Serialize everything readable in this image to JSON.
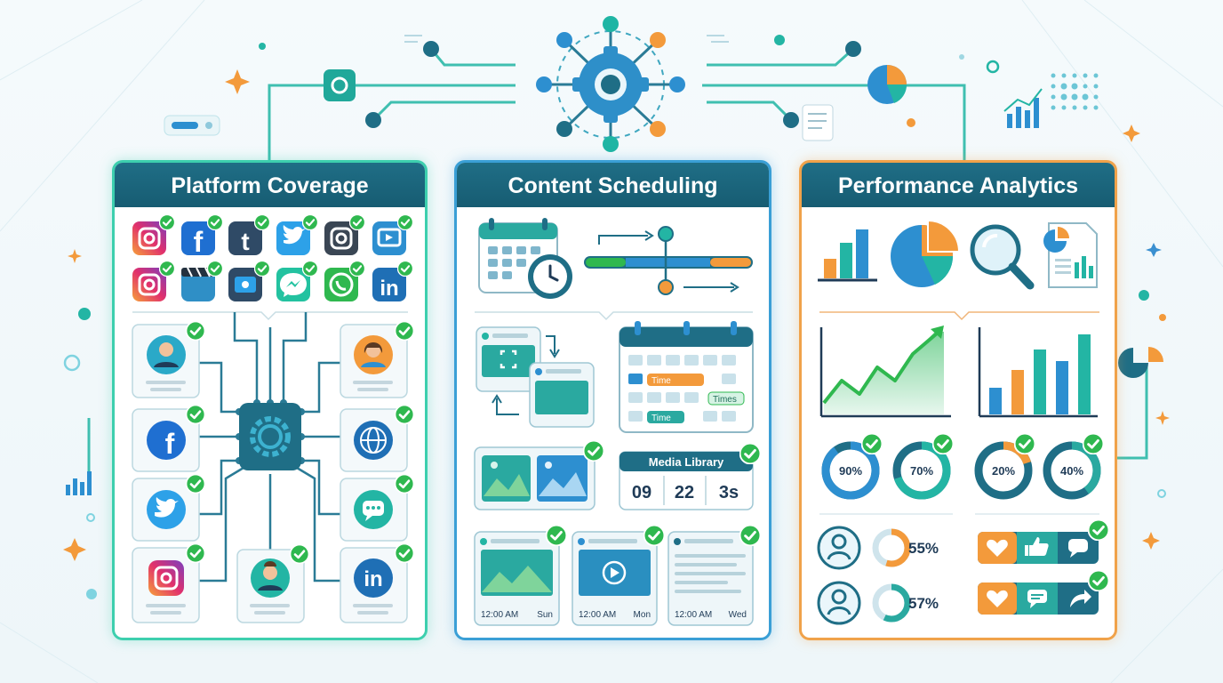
{
  "panels": [
    {
      "title": "Platform Coverage"
    },
    {
      "title": "Content Scheduling"
    },
    {
      "title": "Performance Analytics"
    }
  ],
  "scheduling": {
    "chip_time": "Time",
    "chip_times": "Times",
    "media_library_label": "Media Library",
    "counter": [
      "09",
      "22",
      "3s"
    ],
    "posts": [
      {
        "time": "12:00 AM",
        "day": "Sun"
      },
      {
        "time": "12:00 AM",
        "day": "Mon"
      },
      {
        "time": "12:00 AM",
        "day": "Wed"
      }
    ]
  },
  "analytics": {
    "rings": [
      {
        "label": "90%",
        "value": 0.9
      },
      {
        "label": "70%",
        "value": 0.7
      },
      {
        "label": "20%",
        "value": 0.2
      },
      {
        "label": "40%",
        "value": 0.4
      }
    ],
    "user_stats": [
      {
        "label": "55%",
        "value": 0.55
      },
      {
        "label": "57%",
        "value": 0.57
      }
    ]
  },
  "colors": {
    "teal": "#23b5a4",
    "blue": "#2d8fd0",
    "orange": "#f39a3b",
    "navy": "#1f6e86",
    "green_check": "#2fb84f"
  }
}
